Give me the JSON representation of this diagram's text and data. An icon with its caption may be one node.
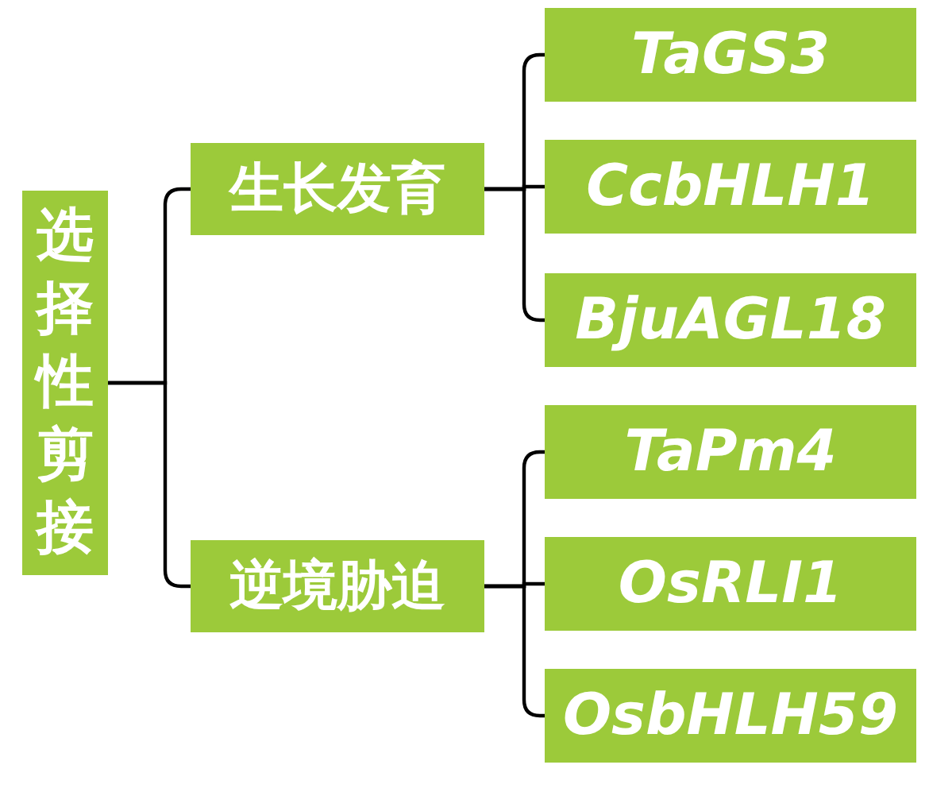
{
  "diagram": {
    "nodes": [
      {
        "text": [
          "选择性剪接"
        ]
      },
      {
        "text": [
          "生长发育"
        ]
      },
      {
        "text": [
          "TaGS3"
        ]
      },
      {
        "text": [
          "CcbHLH1"
        ]
      },
      {
        "text": [
          "BjuAGL18"
        ]
      },
      {
        "text": [
          "逆境胁迫"
        ]
      },
      {
        "text": [
          "TaPm4"
        ]
      },
      {
        "text": [
          "OsRLI1"
        ]
      },
      {
        "text": [
          "OsbHLH59"
        ]
      }
    ],
    "edges": [
      {
        "from": 0,
        "to": 1,
        "arrow": "none"
      },
      {
        "from": 0,
        "to": 5,
        "arrow": "none"
      },
      {
        "from": 1,
        "to": 2,
        "arrow": "none"
      },
      {
        "from": 1,
        "to": 3,
        "arrow": "none"
      },
      {
        "from": 1,
        "to": 4,
        "arrow": "none"
      },
      {
        "from": 5,
        "to": 6,
        "arrow": "none"
      },
      {
        "from": 5,
        "to": 7,
        "arrow": "none"
      },
      {
        "from": 5,
        "to": 8,
        "arrow": "none"
      }
    ]
  }
}
